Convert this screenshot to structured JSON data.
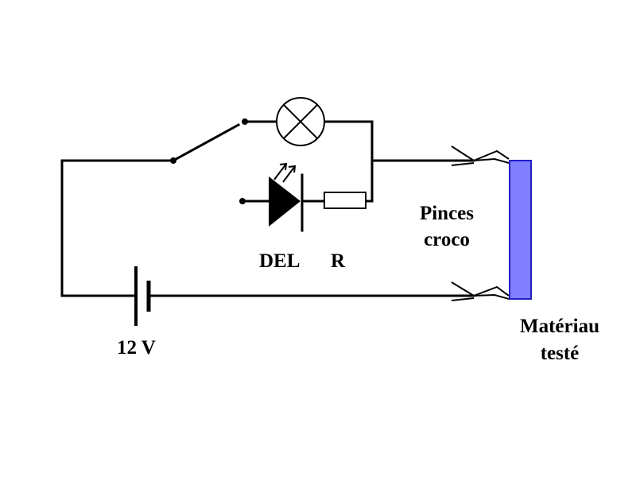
{
  "labels": {
    "battery": "12 V",
    "led": "DEL",
    "resistor": "R",
    "clips_line1": "Pinces",
    "clips_line2": "croco",
    "material_line1": "Matériau",
    "material_line2": "testé"
  },
  "colors": {
    "material": "#8080ff",
    "material_border": "#2020c0",
    "wire": "#000000"
  }
}
